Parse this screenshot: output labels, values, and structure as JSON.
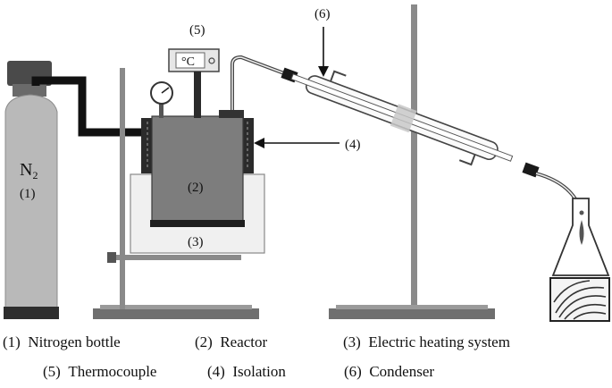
{
  "labels": {
    "n2": "N",
    "n2_sub": "2",
    "bottle_num": "(1)",
    "reactor_num": "(2)",
    "heater_num": "(3)",
    "isolation_num": "(4)",
    "thermo_num": "(5)",
    "condenser_num": "(6)",
    "display": "°C"
  },
  "legend": {
    "row1": [
      {
        "num": "(1)",
        "text": "Nitrogen bottle"
      },
      {
        "num": "(2)",
        "text": "Reactor"
      },
      {
        "num": "(3)",
        "text": "Electric heating system"
      }
    ],
    "row2": [
      {
        "num": "(5)",
        "text": "Thermocouple"
      },
      {
        "num": "(4)",
        "text": "Isolation"
      },
      {
        "num": "(6)",
        "text": "Condenser"
      }
    ]
  },
  "colors": {
    "bottle": "#b9b9b9",
    "bottle_cap": "#4a4a4a",
    "reactor": "#7d7d7d",
    "isolation": "#2b2b2b",
    "heater": "#f0f0f0",
    "stand": "#6f6f6f",
    "pipe": "#111111",
    "wood": "#f4f4f4"
  }
}
